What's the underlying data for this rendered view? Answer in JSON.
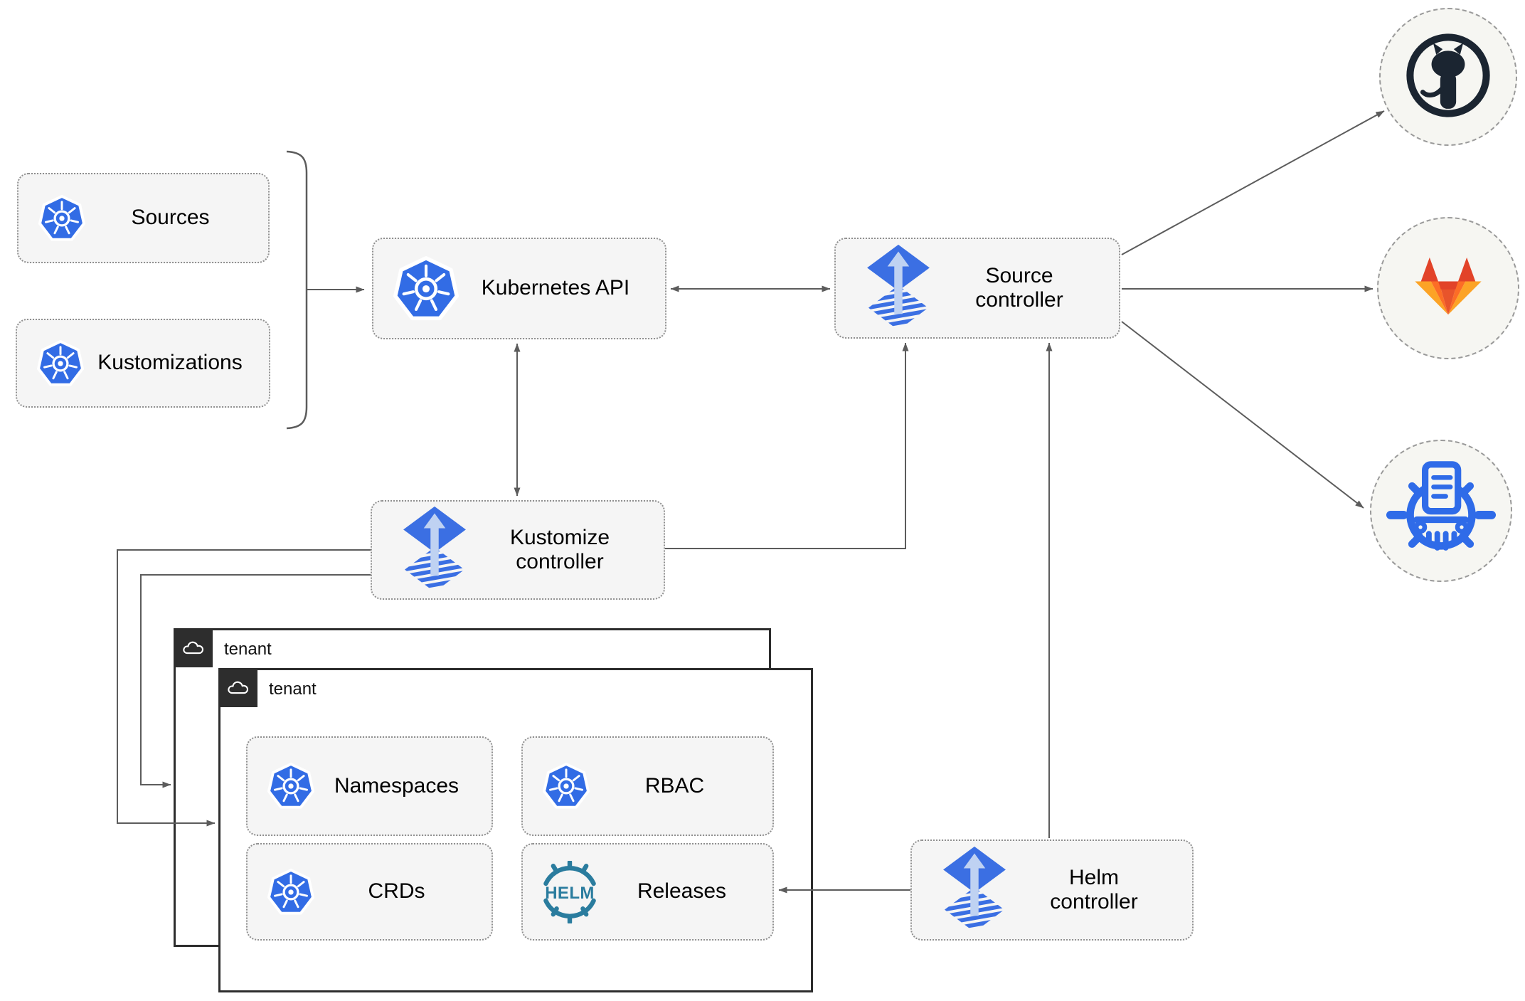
{
  "nodes": {
    "sources": {
      "label": "Sources"
    },
    "kustomizations": {
      "label": "Kustomizations"
    },
    "kubernetes_api": {
      "label": "Kubernetes API"
    },
    "source_controller": {
      "label": "Source controller"
    },
    "kustomize_controller": {
      "label": "Kustomize controller"
    },
    "helm_controller": {
      "label": "Helm controller"
    },
    "tenant_back": {
      "label": "tenant"
    },
    "tenant_front": {
      "label": "tenant"
    },
    "namespaces": {
      "label": "Namespaces"
    },
    "rbac": {
      "label": "RBAC"
    },
    "crds": {
      "label": "CRDs"
    },
    "releases": {
      "label": "Releases"
    }
  },
  "icons": {
    "helm_wheel_text": "HELM",
    "kubernetes": "kubernetes-logo",
    "flux": "flux-logo",
    "helm": "helm-wheel-logo",
    "github": "github-octocat-logo",
    "gitlab": "gitlab-tanuki-logo",
    "chartmuseum": "chartmuseum-logo",
    "cloud": "cloud-icon"
  },
  "colors": {
    "kubernetes_blue": "#326CE5",
    "flux_blue": "#3B6FE3",
    "flux_arrow_light": "#BFD2F2",
    "helm_teal": "#2A7C9E",
    "github_dark": "#1B2531",
    "gitlab_red": "#E24329",
    "gitlab_orange": "#FC6D26",
    "gitlab_amber": "#FCA326",
    "chartmuseum_blue": "#2F6BE8",
    "connector_gray": "#5C5C5C",
    "node_fill": "#F5F5F5",
    "node_border": "#8F8F8F",
    "tenant_border": "#2D2D2D",
    "circle_fill": "#F6F6F2"
  }
}
